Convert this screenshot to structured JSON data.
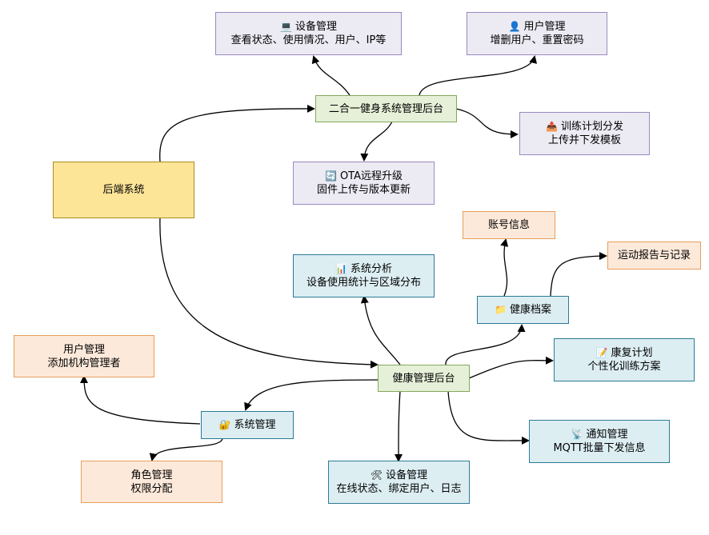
{
  "nodes": {
    "backend": {
      "line1": "后端系统"
    },
    "fitness_admin": {
      "line1": "二合一健身系统管理后台"
    },
    "device_mgmt_top": {
      "icon": "monitor-icon",
      "glyph": "💻",
      "line1": "设备管理",
      "line2": "查看状态、使用情况、用户、IP等"
    },
    "user_mgmt_top": {
      "icon": "user-icon",
      "glyph": "👤",
      "line1": "用户管理",
      "line2": "增删用户、重置密码"
    },
    "training_plan": {
      "icon": "upload-icon",
      "glyph": "📤",
      "line1": "训练计划分发",
      "line2": "上传并下发模板"
    },
    "ota": {
      "icon": "refresh-icon",
      "glyph": "🔄",
      "line1": "OTA远程升级",
      "line2": "固件上传与版本更新"
    },
    "health_admin": {
      "line1": "健康管理后台"
    },
    "account_info": {
      "line1": "账号信息"
    },
    "sport_report": {
      "line1": "运动报告与记录"
    },
    "system_analysis": {
      "icon": "chart-icon",
      "glyph": "📊",
      "line1": "系统分析",
      "line2": "设备使用统计与区域分布"
    },
    "health_file": {
      "icon": "folder-icon",
      "glyph": "📁",
      "line1": "健康档案"
    },
    "user_mgmt_bottom": {
      "line1": "用户管理",
      "line2": "添加机构管理者"
    },
    "rehab_plan": {
      "icon": "memo-icon",
      "glyph": "📝",
      "line1": "康复计划",
      "line2": "个性化训练方案"
    },
    "system_mgmt": {
      "icon": "lock-icon",
      "glyph": "🔐",
      "line1": "系统管理"
    },
    "notification": {
      "icon": "satellite-icon",
      "glyph": "📡",
      "line1": "通知管理",
      "line2": "MQTT批量下发信息"
    },
    "role_mgmt": {
      "line1": "角色管理",
      "line2": "权限分配"
    },
    "device_mgmt_bottom": {
      "icon": "tools-icon",
      "glyph": "🛠",
      "line1": "设备管理",
      "line2": "在线状态、绑定用户、日志"
    }
  },
  "edges": [
    {
      "from": "backend",
      "to": "fitness_admin"
    },
    {
      "from": "backend",
      "to": "health_admin"
    },
    {
      "from": "fitness_admin",
      "to": "device_mgmt_top"
    },
    {
      "from": "fitness_admin",
      "to": "user_mgmt_top"
    },
    {
      "from": "fitness_admin",
      "to": "training_plan"
    },
    {
      "from": "fitness_admin",
      "to": "ota"
    },
    {
      "from": "health_admin",
      "to": "system_analysis"
    },
    {
      "from": "health_admin",
      "to": "health_file"
    },
    {
      "from": "health_admin",
      "to": "rehab_plan"
    },
    {
      "from": "health_admin",
      "to": "system_mgmt"
    },
    {
      "from": "health_admin",
      "to": "notification"
    },
    {
      "from": "health_admin",
      "to": "device_mgmt_bottom"
    },
    {
      "from": "health_file",
      "to": "account_info"
    },
    {
      "from": "health_file",
      "to": "sport_report"
    },
    {
      "from": "system_mgmt",
      "to": "user_mgmt_bottom"
    },
    {
      "from": "system_mgmt",
      "to": "role_mgmt"
    }
  ]
}
